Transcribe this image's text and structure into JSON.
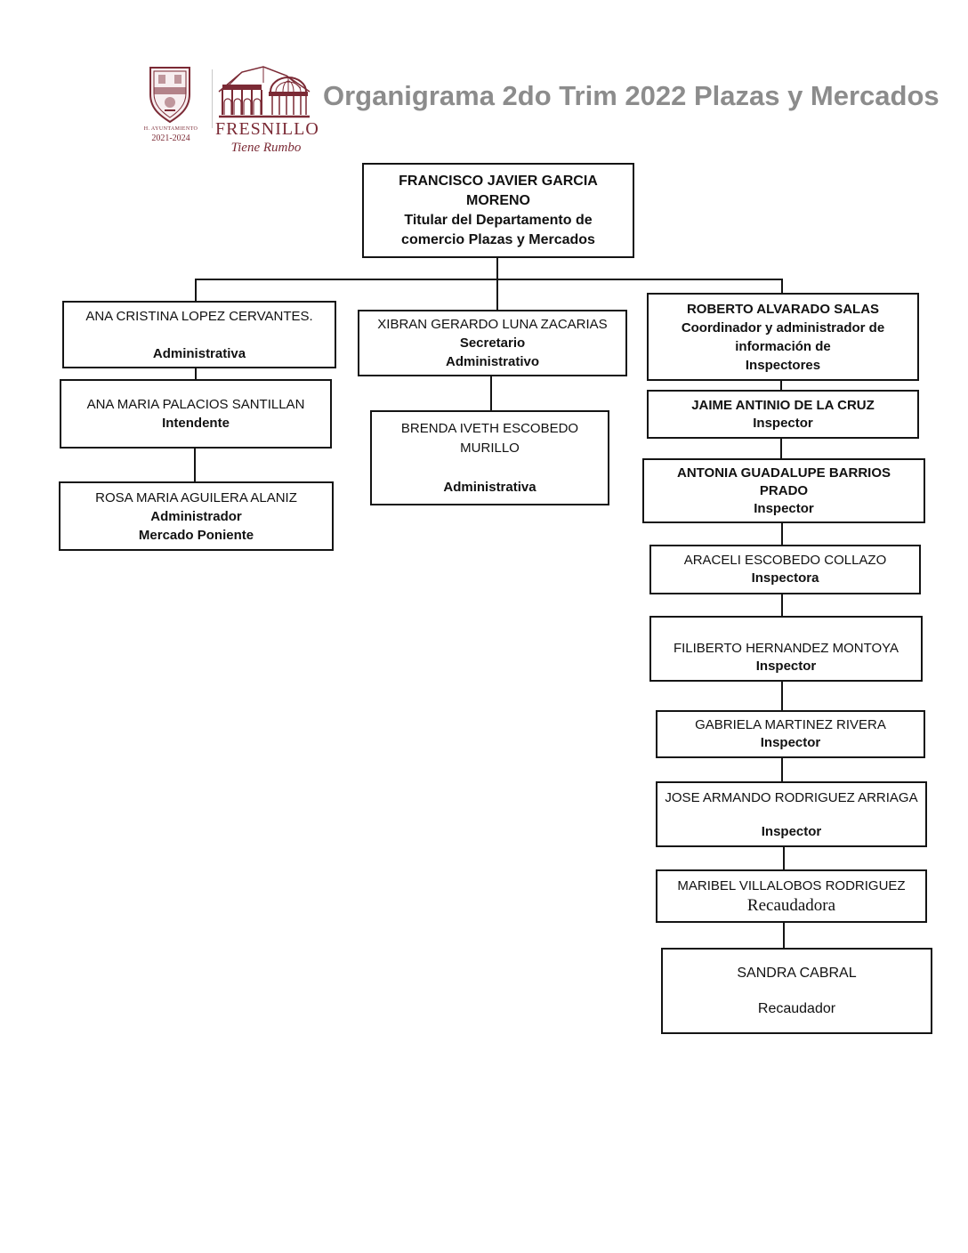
{
  "header": {
    "title": "Organigrama 2do Trim 2022 Plazas y Mercados",
    "logo": {
      "ayuntamiento_label": "H. AYUNTAMIENTO",
      "period": "2021-2024",
      "brand": "FRESNILLO",
      "slogan": "Tiene Rumbo"
    }
  },
  "colors": {
    "accent_maroon": "#7b2a35",
    "title_gray": "#8c8c8c",
    "line_black": "#141414"
  },
  "org_chart": {
    "nodes": [
      {
        "id": "titular",
        "lines": [
          {
            "t": "FRANCISCO JAVIER GARCIA",
            "b": true
          },
          {
            "t": "MORENO",
            "b": true
          },
          {
            "t": "Titular del Departamento de",
            "b": true
          },
          {
            "t": "comercio Plazas y Mercados",
            "b": true
          }
        ]
      },
      {
        "id": "ana_cristina",
        "lines": [
          {
            "t": "ANA CRISTINA LOPEZ CERVANTES.",
            "b": false
          },
          {
            "t": "",
            "b": false
          },
          {
            "t": "Administrativa",
            "b": true
          }
        ]
      },
      {
        "id": "ana_maria",
        "lines": [
          {
            "t": "ANA MARIA PALACIOS SANTILLAN",
            "b": false
          },
          {
            "t": "Intendente",
            "b": true
          }
        ]
      },
      {
        "id": "rosa_maria",
        "lines": [
          {
            "t": "ROSA MARIA AGUILERA ALANIZ",
            "b": false
          },
          {
            "t": "Administrador",
            "b": true
          },
          {
            "t": "Mercado Poniente",
            "b": true
          }
        ]
      },
      {
        "id": "xibran",
        "lines": [
          {
            "t": "XIBRAN GERARDO LUNA ZACARIAS",
            "b": false
          },
          {
            "t": "Secretario",
            "b": true
          },
          {
            "t": "Administrativo",
            "b": true
          }
        ]
      },
      {
        "id": "brenda",
        "lines": [
          {
            "t": "BRENDA IVETH ESCOBEDO",
            "b": false
          },
          {
            "t": "MURILLO",
            "b": false
          },
          {
            "t": "",
            "b": false
          },
          {
            "t": "Administrativa",
            "b": true
          }
        ]
      },
      {
        "id": "roberto",
        "lines": [
          {
            "t": "ROBERTO ALVARADO SALAS",
            "b": true
          },
          {
            "t": "Coordinador y administrador de",
            "b": true
          },
          {
            "t": "información de",
            "b": true
          },
          {
            "t": "Inspectores",
            "b": true
          }
        ]
      },
      {
        "id": "jaime",
        "lines": [
          {
            "t": "JAIME ANTINIO DE LA CRUZ",
            "b": true
          },
          {
            "t": "Inspector",
            "b": true
          }
        ]
      },
      {
        "id": "antonia",
        "lines": [
          {
            "t": "ANTONIA GUADALUPE BARRIOS",
            "b": true
          },
          {
            "t": "PRADO",
            "b": true
          },
          {
            "t": "Inspector",
            "b": true
          }
        ]
      },
      {
        "id": "araceli",
        "lines": [
          {
            "t": "ARACELI ESCOBEDO COLLAZO",
            "b": false
          },
          {
            "t": "Inspectora",
            "b": true
          }
        ]
      },
      {
        "id": "filiberto",
        "lines": [
          {
            "t": "",
            "b": false
          },
          {
            "t": "FILIBERTO HERNANDEZ MONTOYA",
            "b": false
          },
          {
            "t": "Inspector",
            "b": true
          }
        ]
      },
      {
        "id": "gabriela",
        "lines": [
          {
            "t": "GABRIELA MARTINEZ RIVERA",
            "b": false
          },
          {
            "t": "Inspector",
            "b": true
          }
        ]
      },
      {
        "id": "jose_armando",
        "lines": [
          {
            "t": "JOSE ARMANDO RODRIGUEZ ARRIAGA",
            "b": false
          },
          {
            "t": "",
            "b": false
          },
          {
            "t": "Inspector",
            "b": true
          }
        ]
      },
      {
        "id": "maribel",
        "lines": [
          {
            "t": "MARIBEL VILLALOBOS RODRIGUEZ",
            "b": false
          },
          {
            "t": "Recaudadora",
            "b": false,
            "serif": true
          }
        ]
      },
      {
        "id": "sandra",
        "lines": [
          {
            "t": "SANDRA CABRAL",
            "b": false
          },
          {
            "t": "",
            "b": false
          },
          {
            "t": "Recaudador",
            "b": false
          }
        ]
      }
    ]
  }
}
